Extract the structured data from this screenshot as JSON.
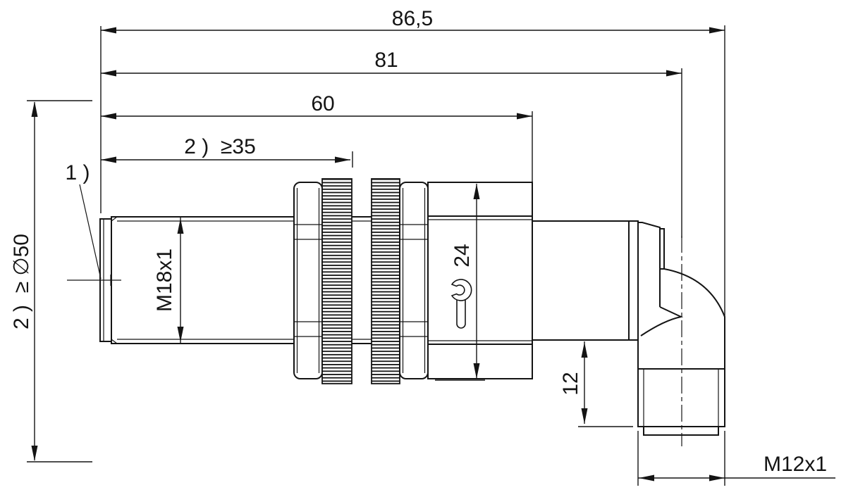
{
  "labels": {
    "overall_length": "86,5",
    "to_connector_axis": "81",
    "housing_length": "60",
    "min_clamping": "2 )  ≥35",
    "note_1": "1 )",
    "free_zone": "2 )  ≥ ∅50",
    "housing_thread": "M18x1",
    "wrench_size": "24",
    "connector_length": "12",
    "connector_thread": "M12x1"
  },
  "colors": {
    "line": "#141414",
    "background": "#ffffff"
  }
}
